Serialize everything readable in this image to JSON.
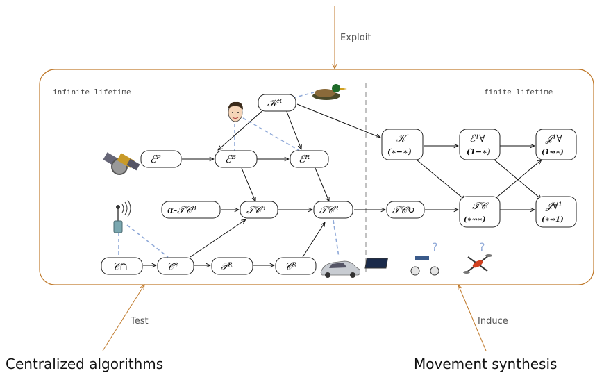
{
  "labels": {
    "exploit": "Exploit",
    "test": "Test",
    "induce": "Induce",
    "infinite": "infinite lifetime",
    "finite": "finite lifetime",
    "centralized": "Centralized algorithms",
    "movement": "Movement synthesis",
    "question1": "?",
    "question2": "?"
  },
  "nodes": {
    "kR": "𝒦ᴿ",
    "eP": "ℰᴾ",
    "eB": "ℰᴮ",
    "eR": "ℰᴿ",
    "aTCB": "α-𝒯𝒞ᴮ",
    "TCB": "𝒯𝒞ᴮ",
    "TCR": "𝒯𝒞ᴿ",
    "TCcirc": "𝒯𝒞↻",
    "Ccap": "𝒞∩",
    "Cstar": "𝒞*",
    "PR": "𝒫ᴿ",
    "CR": "𝒞ᴿ",
    "K": "𝒦",
    "K_sub": "(∗−∗)",
    "E1A": "ℰ¹∀",
    "E1A_sub": "(1−∗)",
    "J1A": "𝒥¹∀",
    "J1A_sub": "(1⇝∗)",
    "TC": "𝒯𝒞",
    "TC_sub": "(∗⇝∗)",
    "JA1": "𝒥∀¹",
    "JA1_sub": "(∗⇝1)"
  },
  "icons": [
    "duck-icon",
    "person-icon",
    "satellite-icon",
    "antenna-icon",
    "car-icon",
    "robot-car-icon",
    "drone-icon"
  ]
}
